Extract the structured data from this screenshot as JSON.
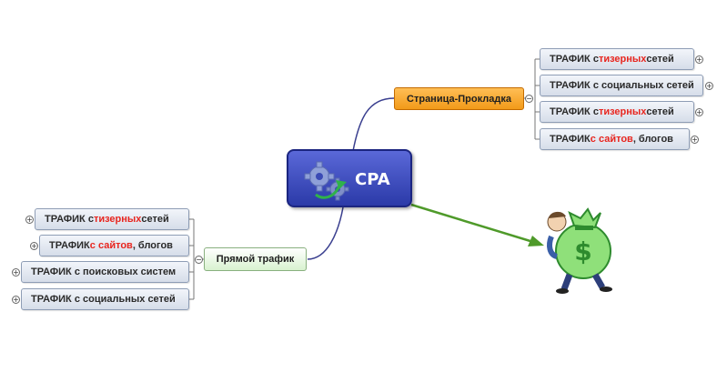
{
  "central": {
    "label": "CPA"
  },
  "branches": {
    "right": {
      "label": "Страница-Прокладка",
      "children": [
        {
          "prefix": "ТРАФИК с ",
          "highlight": "тизерных",
          "suffix": " сетей"
        },
        {
          "prefix": "ТРАФИК с социальных сетей",
          "highlight": "",
          "suffix": ""
        },
        {
          "prefix": "ТРАФИК с ",
          "highlight": "тизерных",
          "suffix": " сетей"
        },
        {
          "prefix": "ТРАФИК ",
          "highlight": "с сайтов",
          "suffix": ", блогов"
        }
      ]
    },
    "left": {
      "label": "Прямой трафик",
      "children": [
        {
          "prefix": "ТРАФИК с ",
          "highlight": "тизерных",
          "suffix": " сетей"
        },
        {
          "prefix": "ТРАФИК ",
          "highlight": "с сайтов",
          "suffix": ", блогов"
        },
        {
          "prefix": "ТРАФИК с поисковых систем",
          "highlight": "",
          "suffix": ""
        },
        {
          "prefix": "ТРАФИК с социальных сетей",
          "highlight": "",
          "suffix": ""
        }
      ]
    }
  },
  "colors": {
    "central": "#2b3aa8",
    "right_branch": "#f29a19",
    "left_branch": "#d8f2cf",
    "highlight": "#e8261f",
    "arrow": "#4f9a2a"
  },
  "icons": {
    "central": "gears-icon",
    "money": "money-bag-man-icon",
    "money_symbol": "$"
  }
}
